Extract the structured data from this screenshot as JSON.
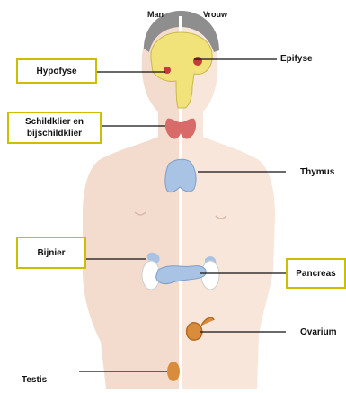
{
  "header": {
    "male": "Man",
    "female": "Vrouw"
  },
  "labels": {
    "hypofyse": "Hypofyse",
    "schildklier_line1": "Schildklier en",
    "schildklier_line2": "bijschildklier",
    "bijnier": "Bijnier",
    "epifyse": "Epifyse",
    "thymus": "Thymus",
    "pancreas": "Pancreas",
    "ovarium": "Ovarium",
    "testis": "Testis"
  },
  "colors": {
    "male_skin": "#f3dccd",
    "female_skin": "#f8e6da",
    "hair": "#8e8e8e",
    "brain": "#f1e27a",
    "thyroid": "#d96a6a",
    "thymus": "#a9c3e4",
    "pancreas": "#a9c3e4",
    "ovary": "#d98c3c",
    "box_border": "#c8c000"
  }
}
